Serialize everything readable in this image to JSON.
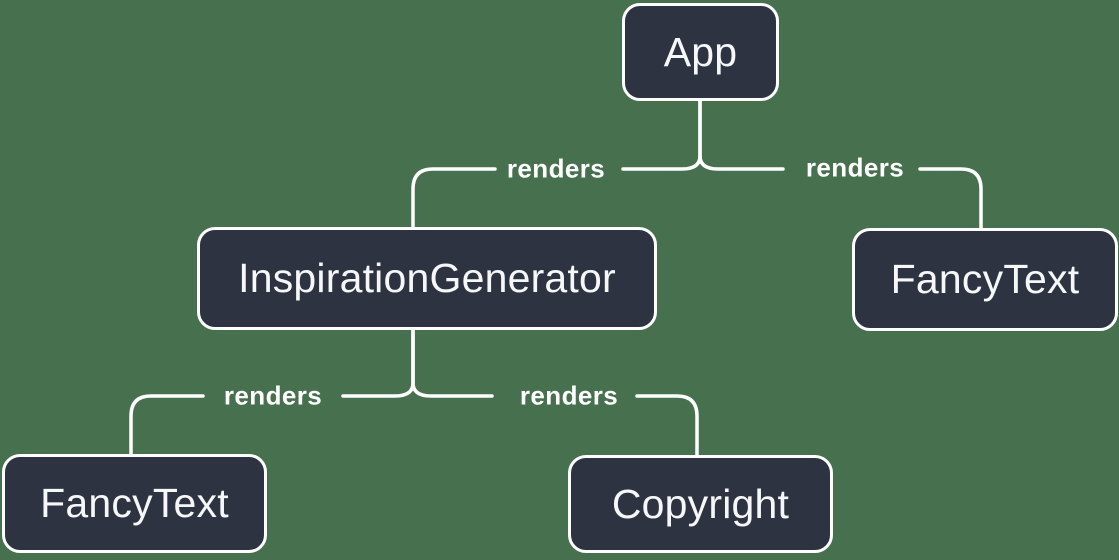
{
  "diagram": {
    "type": "component-render-tree",
    "nodes": [
      {
        "id": "app",
        "label": "App"
      },
      {
        "id": "inspiration-generator",
        "label": "InspirationGenerator"
      },
      {
        "id": "fancy-text-top",
        "label": "FancyText"
      },
      {
        "id": "fancy-text-bottom",
        "label": "FancyText"
      },
      {
        "id": "copyright",
        "label": "Copyright"
      }
    ],
    "edges": [
      {
        "from": "App",
        "to": "InspirationGenerator",
        "label": "renders"
      },
      {
        "from": "App",
        "to": "FancyText",
        "label": "renders"
      },
      {
        "from": "InspirationGenerator",
        "to": "FancyText",
        "label": "renders"
      },
      {
        "from": "InspirationGenerator",
        "to": "Copyright",
        "label": "renders"
      }
    ],
    "colors": {
      "background": "#47704F",
      "node_fill": "#2D3340",
      "node_border": "#FFFFFF",
      "node_text": "#F6F7F9",
      "connector": "#FFFFFF",
      "label_text": "#FFFFFF"
    }
  }
}
